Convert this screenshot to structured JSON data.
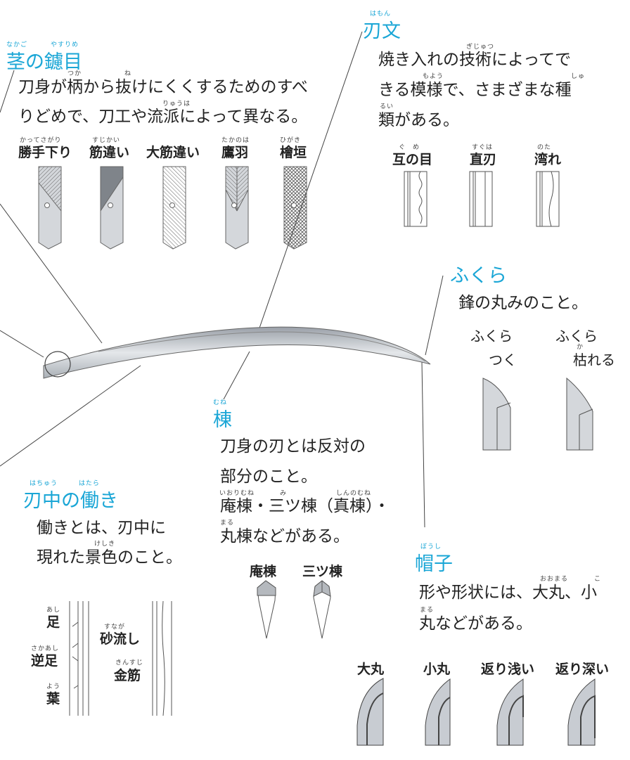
{
  "colors": {
    "accent": "#1aa6d6",
    "text": "#222222",
    "line": "#555555",
    "blade_fill": "#c8ccd2"
  },
  "nakago": {
    "ruby": [
      "なかご",
      "やすりめ"
    ],
    "title": "茎の鑢目",
    "ruby_line1": [
      "つか",
      "ね"
    ],
    "line1": "刀身が柄から抜けにくくするためのすべ",
    "ruby_line2": "りゅうは",
    "line2": "りどめで、刀工や流派によって異なる。",
    "types": [
      {
        "ruby": "かってさがり",
        "label": "勝手下り"
      },
      {
        "ruby": "すじかい",
        "label": "筋違い"
      },
      {
        "ruby": "",
        "label": "大筋違い"
      },
      {
        "ruby": "たかのは",
        "label": "鷹羽"
      },
      {
        "ruby": "ひがき",
        "label": "檜垣"
      }
    ]
  },
  "hamon": {
    "ruby": "はもん",
    "title": "刃文",
    "ruby_line1": "ぎじゅつ",
    "line1": "焼き入れの技術によってで",
    "ruby_line2": [
      "もよう",
      "しゅ"
    ],
    "line2": "きる模様で、さまざまな種",
    "ruby_line3": "るい",
    "line3": "類がある。",
    "types": [
      {
        "ruby": "ぐ　め",
        "label": "互の目"
      },
      {
        "ruby": "すぐは",
        "label": "直刃"
      },
      {
        "ruby": "のた",
        "label": "湾れ"
      }
    ]
  },
  "fukura": {
    "title": "ふくら",
    "line1": "鋒の丸みのこと。",
    "types": [
      {
        "label_a": "ふくら",
        "label_b": "つく",
        "ruby": ""
      },
      {
        "label_a": "ふくら",
        "label_b": "枯れる",
        "ruby": "か"
      }
    ]
  },
  "mune": {
    "ruby": "むね",
    "title": "棟",
    "line1": "刀身の刃とは反対の",
    "line2": "部分のこと。",
    "ruby_line3": [
      "いおりむね",
      "み",
      "しんのむね"
    ],
    "line3": "庵棟・三ツ棟（真棟）・",
    "ruby_line4": "まる",
    "line4": "丸棟などがある。",
    "types": [
      {
        "label": "庵棟"
      },
      {
        "label": "三ツ棟"
      }
    ]
  },
  "hataraki": {
    "ruby": [
      "はちゅう",
      "はたら"
    ],
    "title": "刃中の働き",
    "line1": "働きとは、刃中に",
    "ruby_line2": "けしき",
    "line2": "現れた景色のこと。",
    "types": [
      {
        "ruby": "あし",
        "label": "足"
      },
      {
        "ruby": "さかあし",
        "label": "逆足"
      },
      {
        "ruby": "よう",
        "label": "葉"
      },
      {
        "ruby": "すなが",
        "label": "砂流し"
      },
      {
        "ruby": "きんすじ",
        "label": "金筋"
      }
    ]
  },
  "boshi": {
    "ruby": "ぼうし",
    "title": "帽子",
    "ruby_line1": [
      "おおまる",
      "こ"
    ],
    "line1": "形や形状には、大丸、小",
    "ruby_line2": "まる",
    "line2": "丸などがある。",
    "types": [
      {
        "label": "大丸"
      },
      {
        "label": "小丸"
      },
      {
        "label": "返り浅い"
      },
      {
        "label": "返り深い"
      }
    ]
  }
}
